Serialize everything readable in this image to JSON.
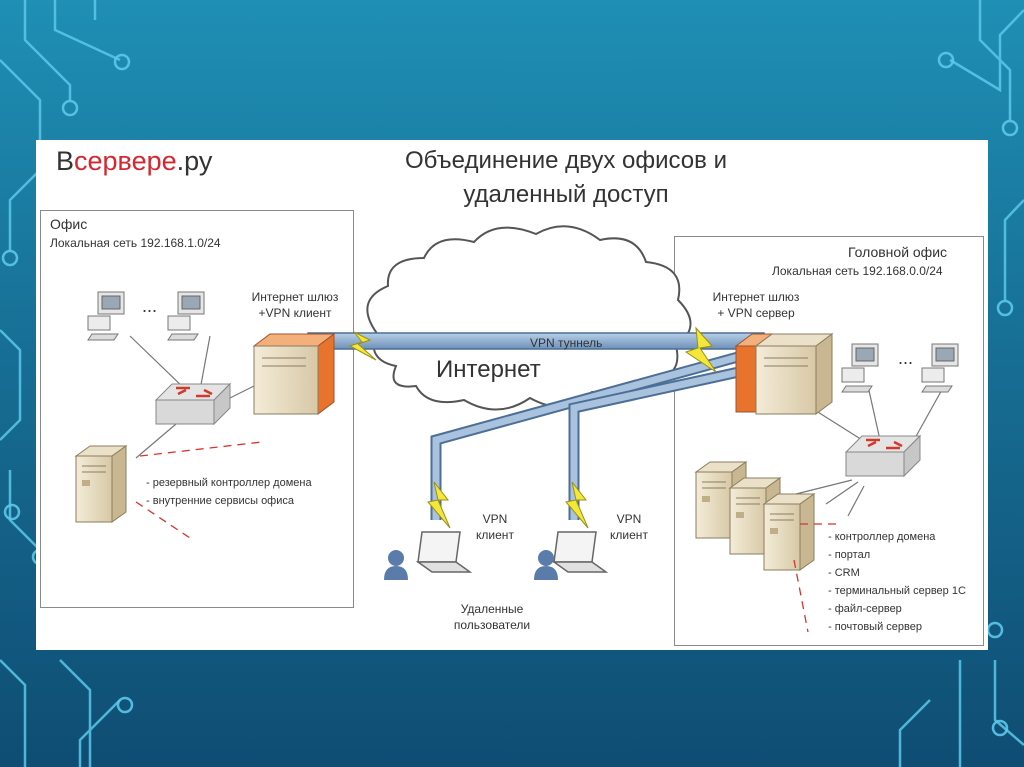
{
  "header": {
    "logo_prefix": "В",
    "logo_brand": "сервере",
    "logo_suffix": ".ру",
    "title_line1": "Объединение двух офисов и",
    "title_line2": "удаленный доступ"
  },
  "left_office": {
    "title": "Офис",
    "network": "Локальная сеть 192.168.1.0/24",
    "gateway_line1": "Интернет шлюз",
    "gateway_line2": "+VPN клиент",
    "ellipsis": "...",
    "services": [
      "- резервный контроллер домена",
      "- внутренние сервисы офиса"
    ]
  },
  "right_office": {
    "title": "Головной офис",
    "network": "Локальная сеть 192.168.0.0/24",
    "gateway_line1": "Интернет шлюз",
    "gateway_line2": "+ VPN сервер",
    "ellipsis": "...",
    "services": [
      "- контроллер домена",
      "- портал",
      "- CRM",
      "- терминальный сервер 1С",
      "- файл-сервер",
      "- почтовый сервер"
    ]
  },
  "internet": {
    "label": "Интернет",
    "tunnel_label": "VPN туннель"
  },
  "remote": {
    "client_line1": "VPN",
    "client_line2": "клиент",
    "users_line1": "Удаленные",
    "users_line2": "пользователи"
  },
  "colors": {
    "background_top": "#1f8fb4",
    "background_bottom": "#0f4d73",
    "circuit": "#5cc8ea",
    "tunnel": "#8fb0d2",
    "tunnel_edge": "#4d6f96",
    "lightning": "#f3e83a",
    "gateway_orange": "#e8732c",
    "dashed_red": "#d9342b",
    "brand_red": "#d6262f"
  },
  "icons": [
    "pc-icon",
    "switch-icon",
    "server-icon",
    "laptop-icon",
    "user-icon",
    "lightning-icon",
    "cloud-icon"
  ]
}
